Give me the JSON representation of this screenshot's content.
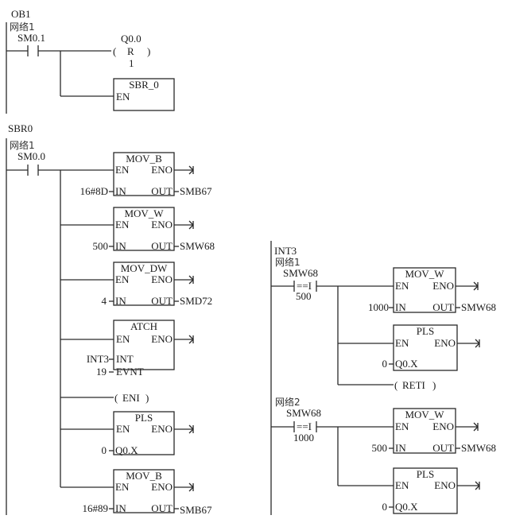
{
  "ob1": {
    "title": "OB1",
    "network_label": "网络1",
    "contact": "SM0.1",
    "coil": {
      "address": "Q0.0",
      "type": "R",
      "count": "1"
    },
    "call_box": {
      "name": "SBR_0",
      "en": "EN"
    }
  },
  "sbr0": {
    "title": "SBR0",
    "network_label": "网络1",
    "contact": "SM0.0",
    "boxes": [
      {
        "name": "MOV_B",
        "en": "EN",
        "eno": "ENO",
        "in_pin": "IN",
        "out_pin": "OUT",
        "in_val": "16#8D",
        "out_val": "SMB67"
      },
      {
        "name": "MOV_W",
        "en": "EN",
        "eno": "ENO",
        "in_pin": "IN",
        "out_pin": "OUT",
        "in_val": "500",
        "out_val": "SMW68"
      },
      {
        "name": "MOV_DW",
        "en": "EN",
        "eno": "ENO",
        "in_pin": "IN",
        "out_pin": "OUT",
        "in_val": "4",
        "out_val": "SMD72"
      },
      {
        "name": "ATCH",
        "en": "EN",
        "eno": "ENO",
        "int_pin": "INT",
        "evnt_pin": "EVNT",
        "int_val": "INT3",
        "evnt_val": "19"
      },
      {
        "name": "PLS",
        "en": "EN",
        "eno": "ENO",
        "q_pin": "Q0.X",
        "q_val": "0"
      },
      {
        "name": "MOV_B",
        "en": "EN",
        "eno": "ENO",
        "in_pin": "IN",
        "out_pin": "OUT",
        "in_val": "16#89",
        "out_val": "SMB67"
      }
    ],
    "eni_coil": "ENI"
  },
  "int3": {
    "title": "INT3",
    "network1": {
      "label": "网络1",
      "contact": {
        "address": "SMW68",
        "op": "==I",
        "value": "500"
      },
      "mov": {
        "name": "MOV_W",
        "en": "EN",
        "eno": "ENO",
        "in_pin": "IN",
        "out_pin": "OUT",
        "in_val": "1000",
        "out_val": "SMW68"
      },
      "pls": {
        "name": "PLS",
        "en": "EN",
        "eno": "ENO",
        "q_pin": "Q0.X",
        "q_val": "0"
      },
      "reti_coil": "RETI"
    },
    "network2": {
      "label": "网络2",
      "contact": {
        "address": "SMW68",
        "op": "==I",
        "value": "1000"
      },
      "mov": {
        "name": "MOV_W",
        "en": "EN",
        "eno": "ENO",
        "in_pin": "IN",
        "out_pin": "OUT",
        "in_val": "500",
        "out_val": "SMW68"
      },
      "pls": {
        "name": "PLS",
        "en": "EN",
        "eno": "ENO",
        "q_pin": "Q0.X",
        "q_val": "0"
      }
    }
  }
}
